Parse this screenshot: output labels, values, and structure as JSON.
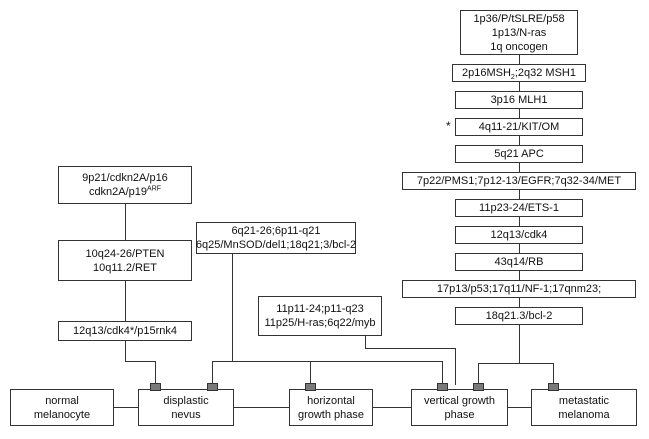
{
  "stages": {
    "normal_melanocyte": [
      "normal",
      "melanocyte"
    ],
    "dysplastic_nevus": [
      "displastic",
      "nevus"
    ],
    "horizontal_growth": [
      "horizontal",
      "growth phase"
    ],
    "vertical_growth": [
      "vertical growth",
      "phase"
    ],
    "metastatic": [
      "metastatic",
      "melanoma"
    ]
  },
  "left_chain": {
    "box1": {
      "line1": "9p21/cdkn2A/p16",
      "line2_prefix": "cdkn2A/p19",
      "line2_sup": "ARF"
    },
    "box2": [
      "10q24-26/PTEN",
      "10q11.2/RET"
    ],
    "box3": "12q13/cdk4*/p15rnk4"
  },
  "middle_box": [
    "6q21-26;6p11-q21",
    "6q25/MnSOD/del1;18q21;3/bcl-2"
  ],
  "vertical_box": [
    "11p11-24;p11-q23",
    "11p25/H-ras;6q22/myb"
  ],
  "right_chain": {
    "box1": [
      "1p36/P/tSLRE/p58",
      "1p13/N-ras",
      "1q oncogen"
    ],
    "box2": {
      "prefix": "2p16MSH",
      "sub": "2",
      "suffix": ";2q32 MSH1"
    },
    "box3": "3p16 MLH1",
    "box4": "4q11-21/KIT/OM",
    "box4_marker": "*",
    "box5": "5q21 APC",
    "box6": "7p22/PMS1;7p12-13/EGFR;7q32-34/MET",
    "box7": "11p23-24/ETS-1",
    "box8": "12q13/cdk4",
    "box9": "43q14/RB",
    "box10": "17p13/p53;17q11/NF-1;17qnm23;",
    "box11": "18q21.3/bcl-2"
  }
}
